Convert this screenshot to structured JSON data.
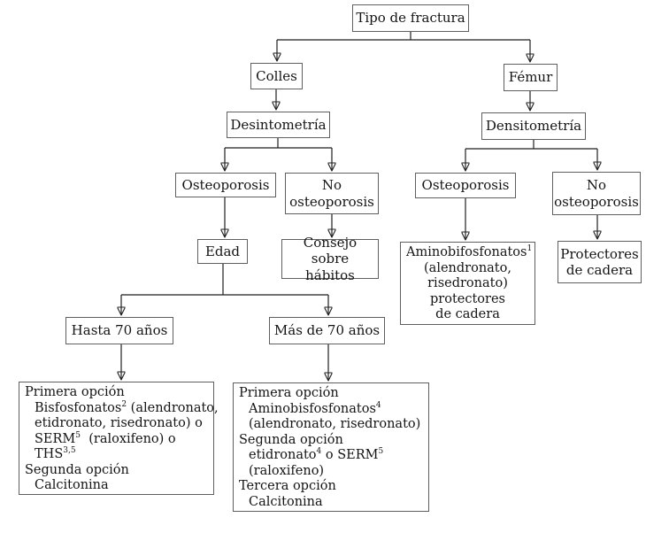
{
  "diagram": {
    "type": "flowchart",
    "colors": {
      "background": "#ffffff",
      "box_border": "#5f5f5f",
      "connector": "#1f1f1f",
      "text": "#141414"
    },
    "nodes": {
      "tipo_de_fractura": {
        "label": "Tipo de fractura"
      },
      "colles": {
        "label": "Colles"
      },
      "femur": {
        "label": "Fémur"
      },
      "desintometria": {
        "label": "Desintometría"
      },
      "densitometria": {
        "label": "Densitometría"
      },
      "osteoporosis_colles": {
        "label": "Osteoporosis"
      },
      "no_osteoporosis_colles": {
        "label": "No osteoporosis"
      },
      "osteoporosis_femur": {
        "label": "Osteoporosis"
      },
      "no_osteoporosis_femur": {
        "label": "No osteoporosis"
      },
      "edad": {
        "label": "Edad"
      },
      "consejo_habitos": {
        "label": "Consejo sobre hábitos"
      },
      "hasta_70": {
        "label": "Hasta 70 años"
      },
      "mas_de_70": {
        "label": "Más de 70 años"
      },
      "protectores_cadera": {
        "label": "Protectores de cadera"
      },
      "amino_protectores": {
        "lines": [
          {
            "parts": [
              {
                "t": "Aminobifosfonatos"
              },
              {
                "t": "1",
                "sup": true
              }
            ]
          },
          {
            "parts": [
              {
                "t": "(alendronato,"
              }
            ]
          },
          {
            "parts": [
              {
                "t": "risedronato)"
              }
            ]
          },
          {
            "parts": [
              {
                "t": "protectores"
              }
            ]
          },
          {
            "parts": [
              {
                "t": "de cadera"
              }
            ]
          }
        ]
      },
      "tratamiento_hasta_70": {
        "lines": [
          {
            "parts": [
              {
                "t": "Primera opción"
              }
            ]
          },
          {
            "indent": true,
            "parts": [
              {
                "t": "Bisfosfonatos"
              },
              {
                "t": "2",
                "sup": true
              },
              {
                "t": " (alendronato,"
              }
            ]
          },
          {
            "indent": true,
            "parts": [
              {
                "t": "etidronato, risedronato) o"
              }
            ]
          },
          {
            "indent": true,
            "parts": [
              {
                "t": "SERM"
              },
              {
                "t": "5",
                "sup": true
              },
              {
                "t": "  (raloxifeno) o"
              }
            ]
          },
          {
            "indent": true,
            "parts": [
              {
                "t": "THS"
              },
              {
                "t": "3,5",
                "sup": true
              }
            ]
          },
          {
            "parts": [
              {
                "t": "Segunda opción"
              }
            ]
          },
          {
            "indent": true,
            "parts": [
              {
                "t": "Calcitonina"
              }
            ]
          }
        ]
      },
      "tratamiento_mas_70": {
        "lines": [
          {
            "parts": [
              {
                "t": "Primera opción"
              }
            ]
          },
          {
            "indent": true,
            "parts": [
              {
                "t": "Aminobisfosfonatos"
              },
              {
                "t": "4",
                "sup": true
              }
            ]
          },
          {
            "indent": true,
            "parts": [
              {
                "t": "(alendronato, risedronato)"
              }
            ]
          },
          {
            "parts": [
              {
                "t": "Segunda opción"
              }
            ]
          },
          {
            "indent": true,
            "parts": [
              {
                "t": "etidronato"
              },
              {
                "t": "4",
                "sup": true
              },
              {
                "t": " o SERM"
              },
              {
                "t": "5",
                "sup": true
              }
            ]
          },
          {
            "indent": true,
            "parts": [
              {
                "t": "(raloxifeno)"
              }
            ]
          },
          {
            "parts": [
              {
                "t": "Tercera opción"
              }
            ]
          },
          {
            "indent": true,
            "parts": [
              {
                "t": "Calcitonina"
              }
            ]
          }
        ]
      }
    }
  }
}
